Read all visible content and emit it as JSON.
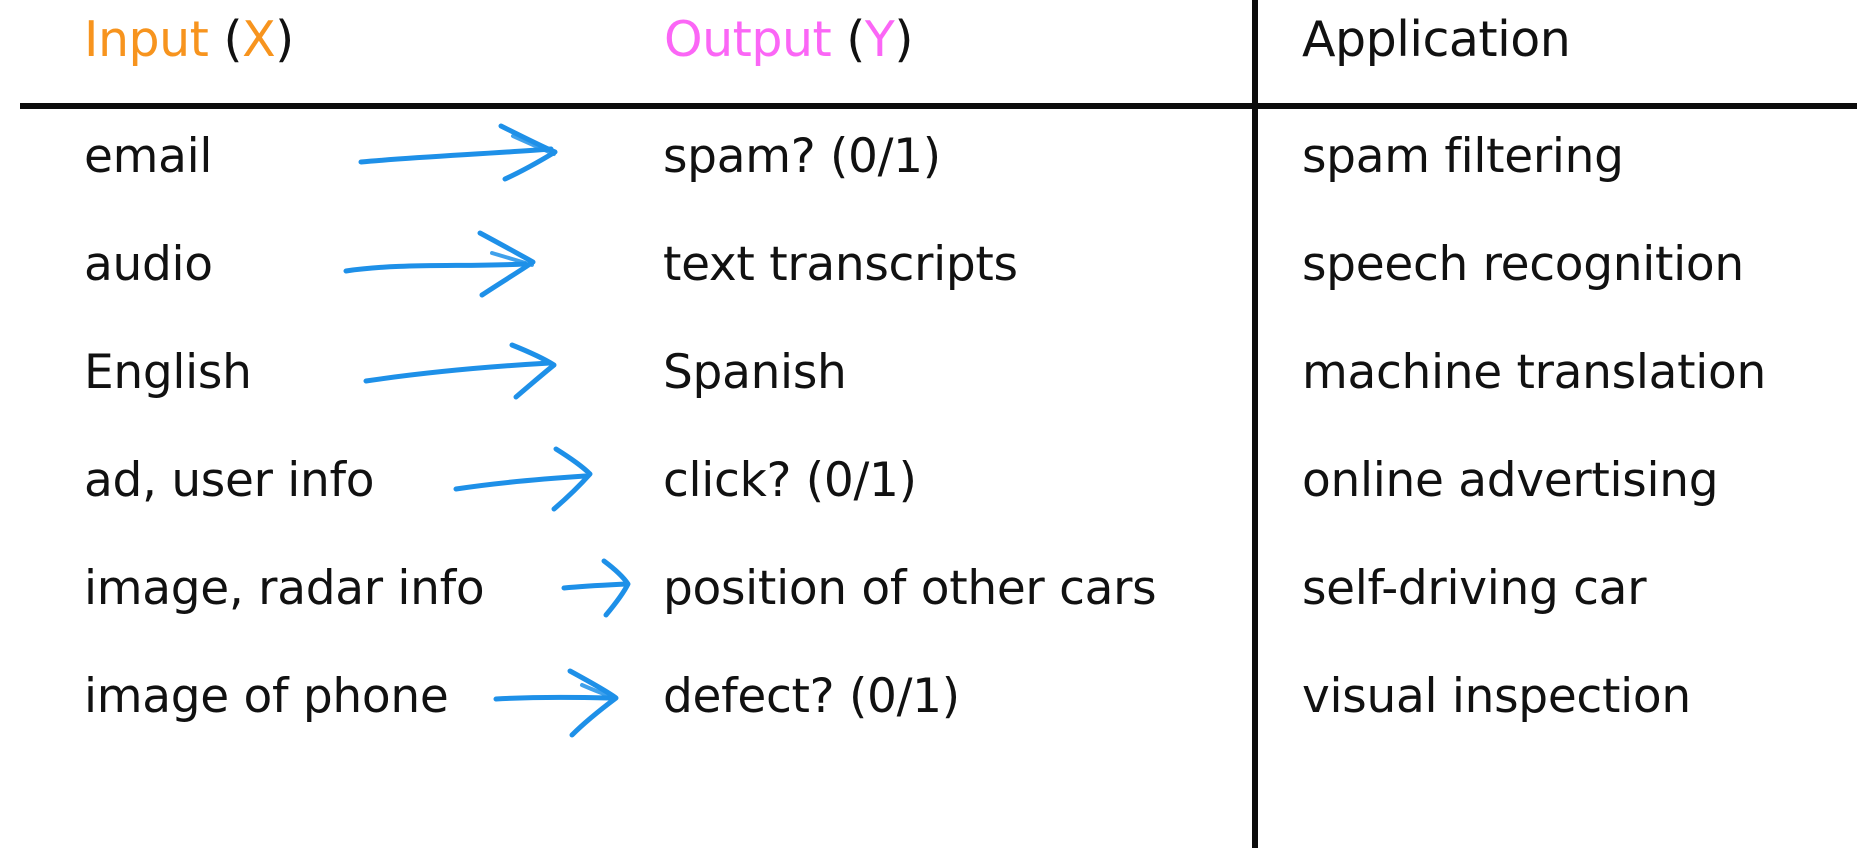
{
  "table": {
    "headers": {
      "input": {
        "word": "Input",
        "paren_open": " (",
        "symbol": "X",
        "paren_close": ")"
      },
      "output": {
        "word": "Output",
        "paren_open": " (",
        "symbol": "Y",
        "paren_close": ")"
      },
      "application": "Application"
    },
    "colors": {
      "input_accent": "#F7941E",
      "output_accent": "#FB66F6",
      "text": "#111111",
      "arrow": "#1E90E8",
      "rule": "#0c0c0c",
      "background": "#ffffff"
    },
    "rows": [
      {
        "input": "email",
        "arrow": "hand-drawn-arrow-right",
        "output": "spam? (0/1)",
        "application": "spam filtering"
      },
      {
        "input": "audio",
        "arrow": "hand-drawn-arrow-right",
        "output": "text transcripts",
        "application": "speech recognition"
      },
      {
        "input": "English",
        "arrow": "hand-drawn-arrow-right",
        "output": "Spanish",
        "application": "machine translation"
      },
      {
        "input": "ad, user info",
        "arrow": "hand-drawn-arrow-right",
        "output": "click? (0/1)",
        "application": "online advertising"
      },
      {
        "input": "image, radar info",
        "arrow": "hand-drawn-arrow-right",
        "output": "position of other cars",
        "application": "self-driving car"
      },
      {
        "input": "image of phone",
        "arrow": "hand-drawn-arrow-right",
        "output": "defect? (0/1)",
        "application": "visual inspection"
      }
    ]
  }
}
